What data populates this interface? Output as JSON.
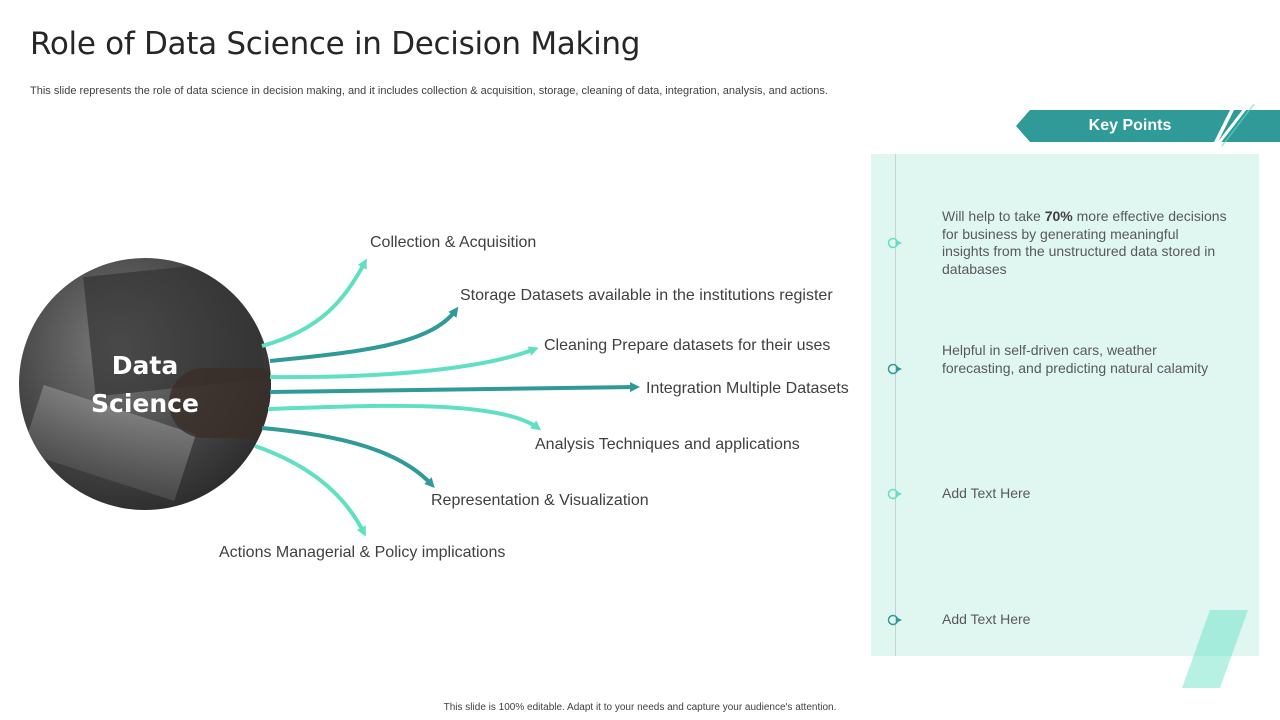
{
  "slide": {
    "title": "Role of Data Science in Decision Making",
    "subtitle": "This slide represents the role of data science in decision making, and it includes collection & acquisition, storage, cleaning of data, integration, analysis, and actions.",
    "footer": "This slide is 100% editable. Adapt it to your needs and capture your audience's attention."
  },
  "hub": {
    "line1": "Data",
    "line2": "Science"
  },
  "flows": [
    {
      "label": "Collection & Acquisition"
    },
    {
      "label": "Storage Datasets available in the institutions register"
    },
    {
      "label": "Cleaning Prepare datasets for their uses"
    },
    {
      "label": "Integration Multiple Datasets"
    },
    {
      "label": "Analysis Techniques and applications"
    },
    {
      "label": "Representation & Visualization"
    },
    {
      "label": "Actions Managerial & Policy implications"
    }
  ],
  "key_points": {
    "heading": "Key Points",
    "items": [
      {
        "pre": "Will help to take ",
        "bold": "70%",
        "post": " more effective decisions for business by generating meaningful insights from the unstructured data stored in databases"
      },
      {
        "text": "Helpful in self-driven cars, weather forecasting, and predicting natural calamity"
      },
      {
        "text": "Add Text Here"
      },
      {
        "text": "Add Text Here"
      }
    ]
  },
  "colors": {
    "teal_dark": "#2f9a98",
    "teal_light": "#5fe0c3",
    "panel_bg": "#e0f6f1"
  },
  "icons": {
    "bullet": "target-arrow-icon"
  }
}
